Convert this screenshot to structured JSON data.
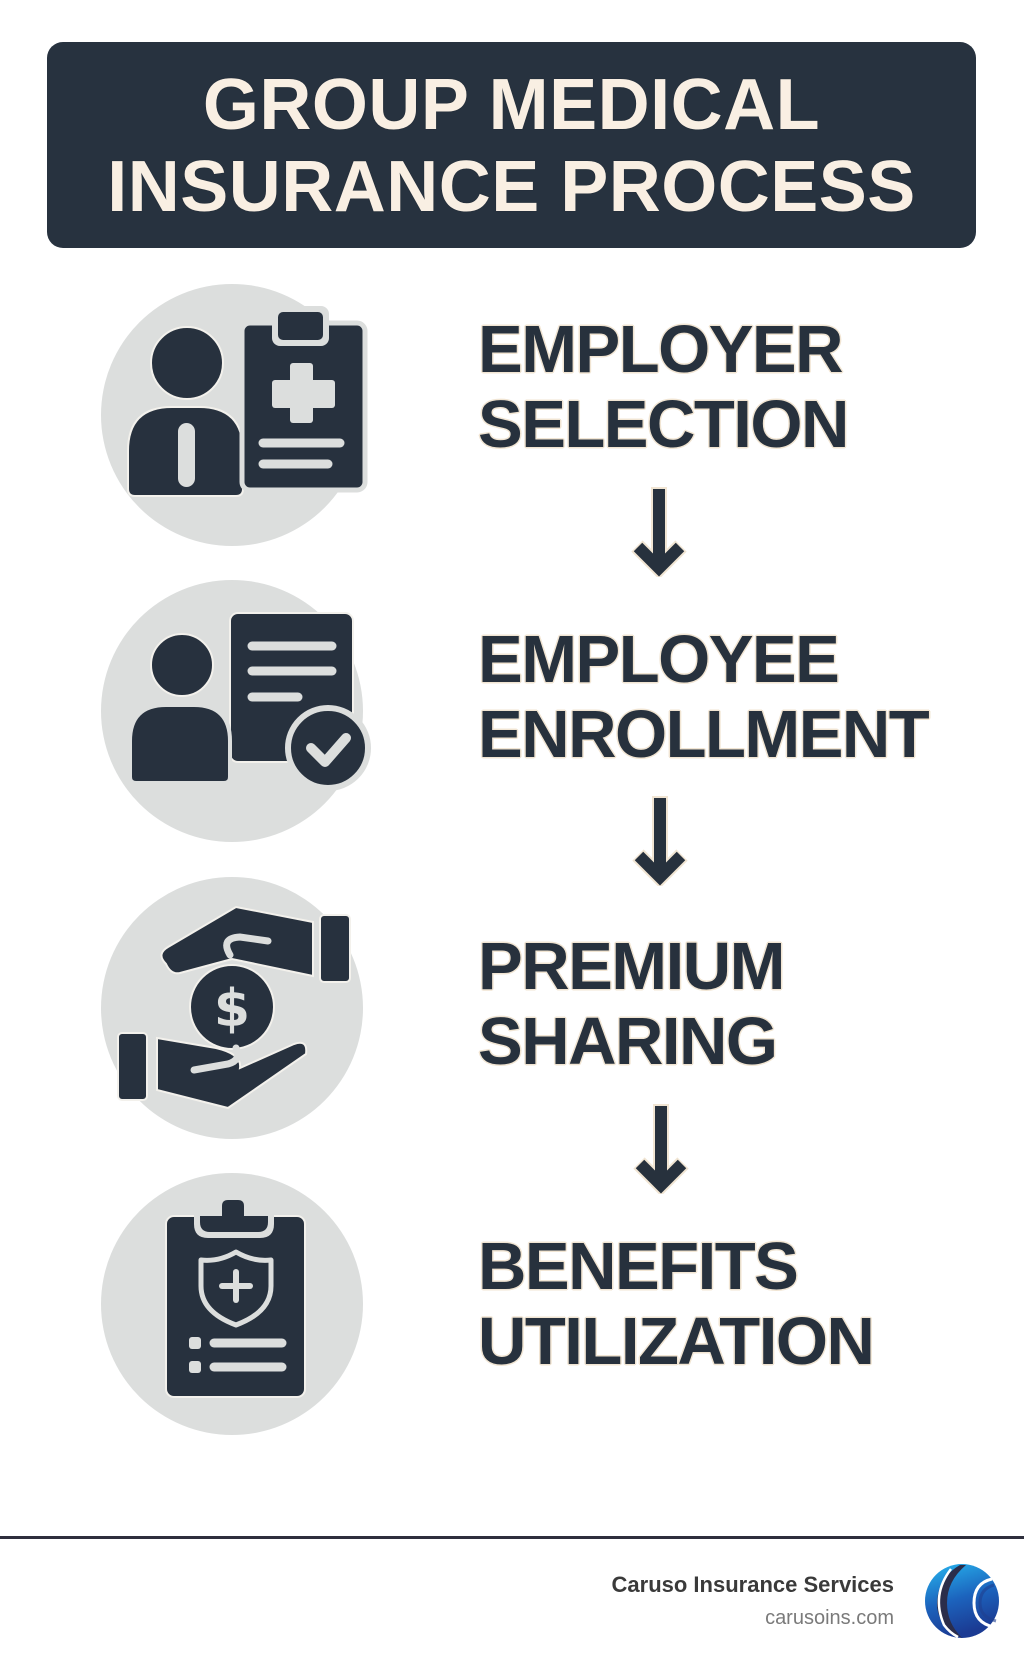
{
  "header": {
    "title_line1": "GROUP MEDICAL",
    "title_line2": "INSURANCE PROCESS"
  },
  "steps": [
    {
      "line1": "EMPLOYER",
      "line2": "SELECTION",
      "icon": "employer-medical-clipboard-icon"
    },
    {
      "line1": "EMPLOYEE",
      "line2": "ENROLLMENT",
      "icon": "employee-document-check-icon"
    },
    {
      "line1": "PREMIUM",
      "line2": "SHARING",
      "icon": "hands-dollar-coin-icon"
    },
    {
      "line1": "BENEFITS",
      "line2": "UTILIZATION",
      "icon": "clipboard-shield-cross-icon"
    }
  ],
  "connector_icon": "arrow-down-icon",
  "footer": {
    "company": "Caruso Insurance Services",
    "website": "carusoins.com",
    "logo_icon": "caruso-logo-icon"
  },
  "colors": {
    "title_box": "#27323f",
    "title_text": "#f9efe3",
    "label_text": "#27313d",
    "icon_circle": "#dcdedd",
    "icon_fill": "#27313e",
    "logo_blue": "#1f7fd0"
  }
}
